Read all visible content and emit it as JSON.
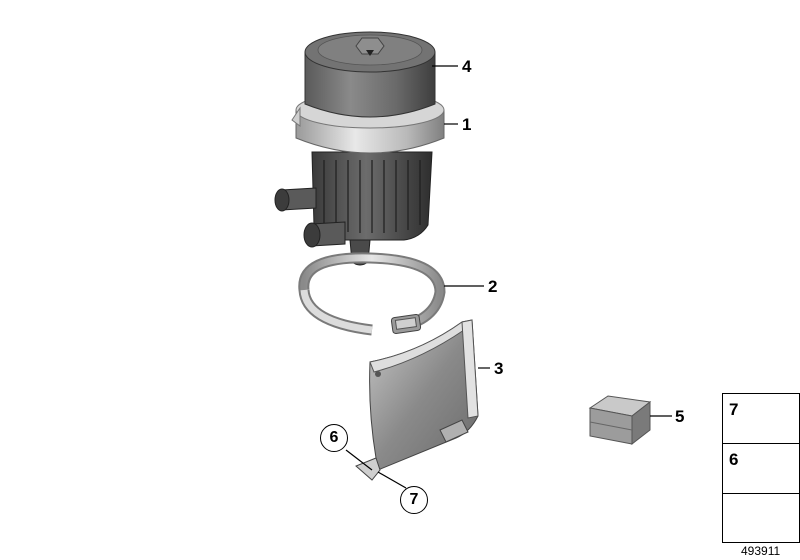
{
  "callouts": {
    "c4": "4",
    "c1": "1",
    "c2": "2",
    "c3": "3",
    "c5": "5",
    "c6": "6",
    "c7": "7"
  },
  "legend": {
    "item_top": "7",
    "item_mid": "6"
  },
  "reference_number": "493911"
}
